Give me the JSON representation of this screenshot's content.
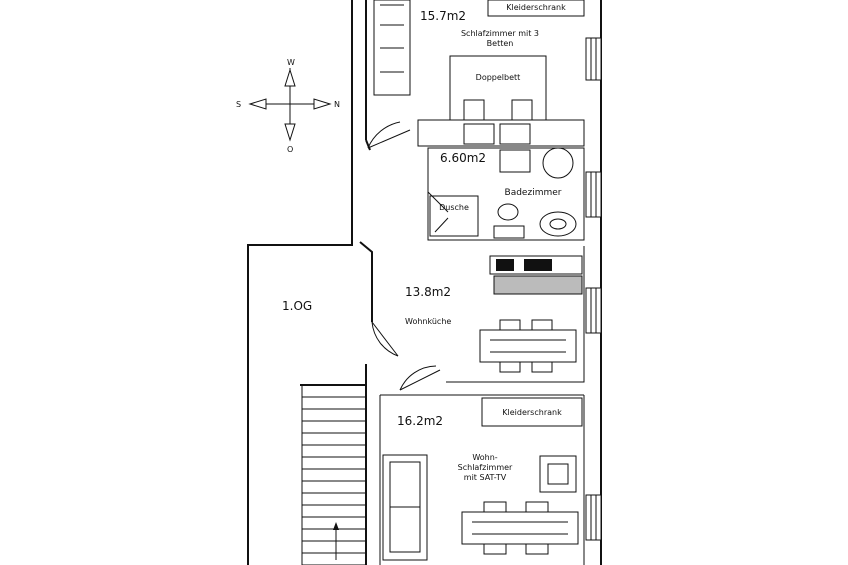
{
  "compass": {
    "north": "W",
    "south": "O",
    "west": "S",
    "east": "N"
  },
  "rooms": {
    "bedroom": {
      "area": "15.7m2",
      "name_line1": "Schlafzimmer mit 3",
      "name_line2": "Betten",
      "wardrobe": "Kleiderschrank",
      "bed": "Doppelbett"
    },
    "bathroom": {
      "area": "6.60m2",
      "name": "Badezimmer",
      "shower": "Dusche"
    },
    "kitchen": {
      "area": "13.8m2",
      "name": "Wohnküche"
    },
    "living": {
      "area": "16.2m2",
      "wardrobe": "Kleiderschrank",
      "name_line1": "Wohn-",
      "name_line2": "Schlafzimmer",
      "name_line3": "mit SAT-TV"
    }
  },
  "floor_label": "1.OG",
  "colors": {
    "line": "#111111",
    "background": "#ffffff"
  }
}
